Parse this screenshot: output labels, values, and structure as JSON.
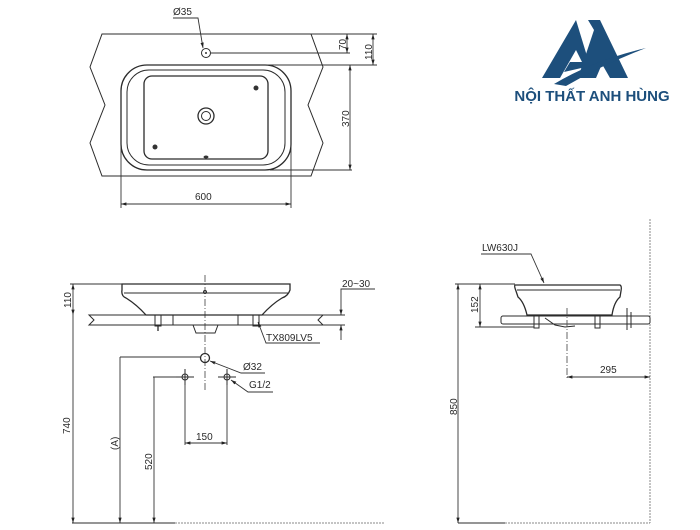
{
  "brand": {
    "name": "NỘI THẤT ANH HÙNG",
    "logo_icon": "mountain-a-logo",
    "color": "#1d4f7c"
  },
  "top_view": {
    "hole_diameter": "Ø35",
    "dim_hole_offset": "70",
    "dim_top_to_bowl": "110",
    "dim_bowl_depth": "370",
    "dim_width": "600"
  },
  "front_view": {
    "dim_height": "110",
    "dim_counter_thickness": "20~30",
    "fixing_kit": "TX809LV5",
    "drain_diameter": "Ø32",
    "supply_thread": "G1/2",
    "dim_supply_spacing": "150",
    "dim_counter_height": "740",
    "dim_drain_height": "(A)",
    "dim_supply_height": "520"
  },
  "side_view": {
    "model": "LW630J",
    "dim_height": "152",
    "dim_wall_to_drain": "295",
    "dim_floor_to_top": "850"
  }
}
